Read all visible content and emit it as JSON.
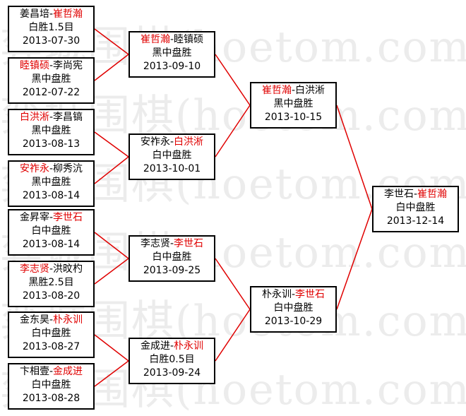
{
  "watermark": "弈城围棋(hoetom.com)",
  "colors": {
    "winner": "#e00000",
    "line": "#e00000",
    "text": "#000000"
  },
  "matches": [
    {
      "id": "r1-1",
      "p1": "姜昌培",
      "p2": "崔哲瀚",
      "winner": 2,
      "result": "白胜1.5目",
      "date": "2013-07-30"
    },
    {
      "id": "r1-2",
      "p1": "睦镇硕",
      "p2": "李尚宪",
      "winner": 1,
      "result": "黑中盘胜",
      "date": "2012-07-22"
    },
    {
      "id": "r1-3",
      "p1": "白洪淅",
      "p2": "李昌镐",
      "winner": 1,
      "result": "黑中盘胜",
      "date": "2013-08-13"
    },
    {
      "id": "r1-4",
      "p1": "安祚永",
      "p2": "柳秀沆",
      "winner": 1,
      "result": "黑中盘胜",
      "date": "2013-08-14"
    },
    {
      "id": "r1-5",
      "p1": "金昇宰",
      "p2": "李世石",
      "winner": 2,
      "result": "白中盘胜",
      "date": "2013-08-14"
    },
    {
      "id": "r1-6",
      "p1": "李志贤",
      "p2": "洪旼杓",
      "winner": 1,
      "result": "黑胜2.5目",
      "date": "2013-08-20"
    },
    {
      "id": "r1-7",
      "p1": "金东昊",
      "p2": "朴永训",
      "winner": 2,
      "result": "白中盘胜",
      "date": "2013-08-27"
    },
    {
      "id": "r1-8",
      "p1": "卞相壹",
      "p2": "金成进",
      "winner": 2,
      "result": "白中盘胜",
      "date": "2013-08-28"
    },
    {
      "id": "r2-1",
      "p1": "崔哲瀚",
      "p2": "睦镇硕",
      "winner": 1,
      "result": "黑中盘胜",
      "date": "2013-09-10"
    },
    {
      "id": "r2-2",
      "p1": "安祚永",
      "p2": "白洪淅",
      "winner": 2,
      "result": "白中盘胜",
      "date": "2013-10-01"
    },
    {
      "id": "r2-3",
      "p1": "李志贤",
      "p2": "李世石",
      "winner": 2,
      "result": "白中盘胜",
      "date": "2013-09-25"
    },
    {
      "id": "r2-4",
      "p1": "金成进",
      "p2": "朴永训",
      "winner": 2,
      "result": "白胜0.5目",
      "date": "2013-09-24"
    },
    {
      "id": "r3-1",
      "p1": "崔哲瀚",
      "p2": "白洪淅",
      "winner": 1,
      "result": "黑中盘胜",
      "date": "2013-10-15"
    },
    {
      "id": "r3-2",
      "p1": "朴永训",
      "p2": "李世石",
      "winner": 2,
      "result": "白中盘胜",
      "date": "2013-10-29"
    },
    {
      "id": "final",
      "p1": "李世石",
      "p2": "崔哲瀚",
      "winner": 2,
      "result": "白中盘胜",
      "date": "2013-12-14"
    }
  ]
}
